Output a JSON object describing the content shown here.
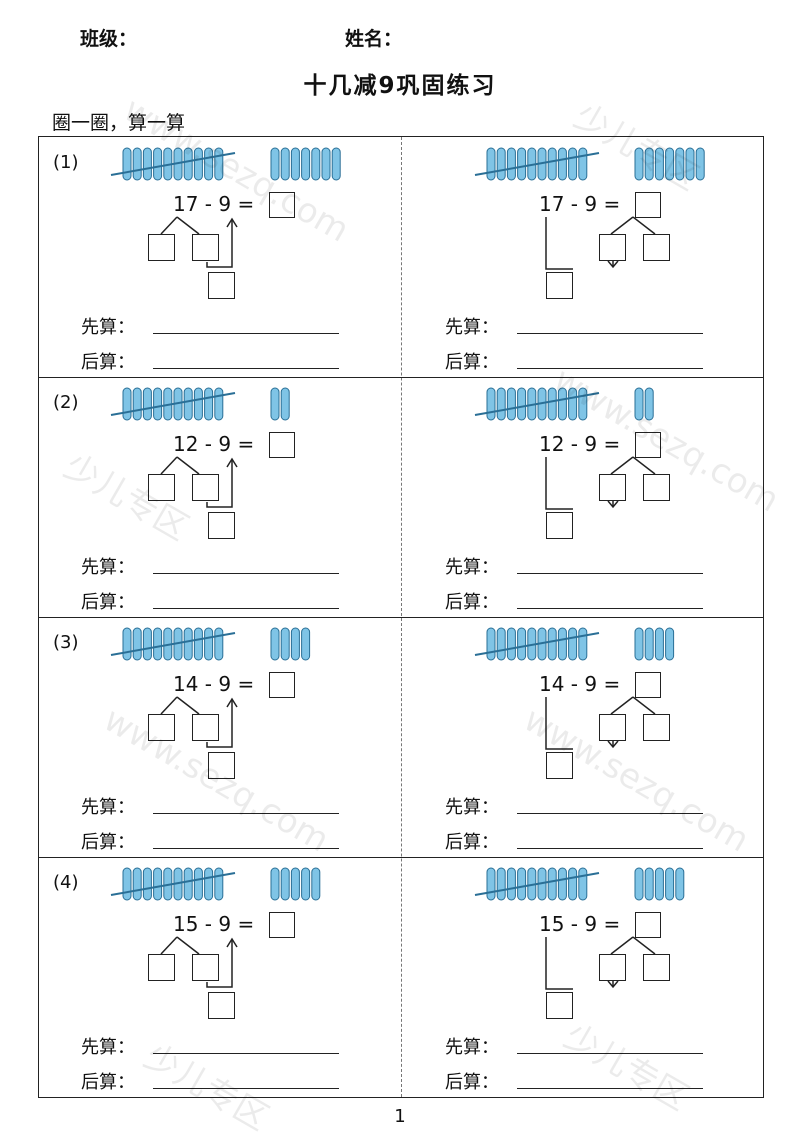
{
  "header": {
    "class_label": "班级：",
    "name_label": "姓名："
  },
  "title": "十几减9巩固练习",
  "instruction": "圈一圈，算一算",
  "labels": {
    "first": "先算：",
    "then": "后算："
  },
  "colors": {
    "stick_fill": "#7fc4e6",
    "stick_stroke": "#2a6f96",
    "slash": "#2a6f96"
  },
  "problems": [
    {
      "number": "(1)",
      "minuend": 17,
      "subtrahend": 9,
      "expression": "17 - 9 ="
    },
    {
      "number": "(2)",
      "minuend": 12,
      "subtrahend": 9,
      "expression": "12 - 9 ="
    },
    {
      "number": "(3)",
      "minuend": 14,
      "subtrahend": 9,
      "expression": "14 - 9 ="
    },
    {
      "number": "(4)",
      "minuend": 15,
      "subtrahend": 9,
      "expression": "15 - 9 ="
    }
  ],
  "watermark": {
    "text1": "少儿专区",
    "text2": "www.sezq.com"
  },
  "page_number": "1"
}
